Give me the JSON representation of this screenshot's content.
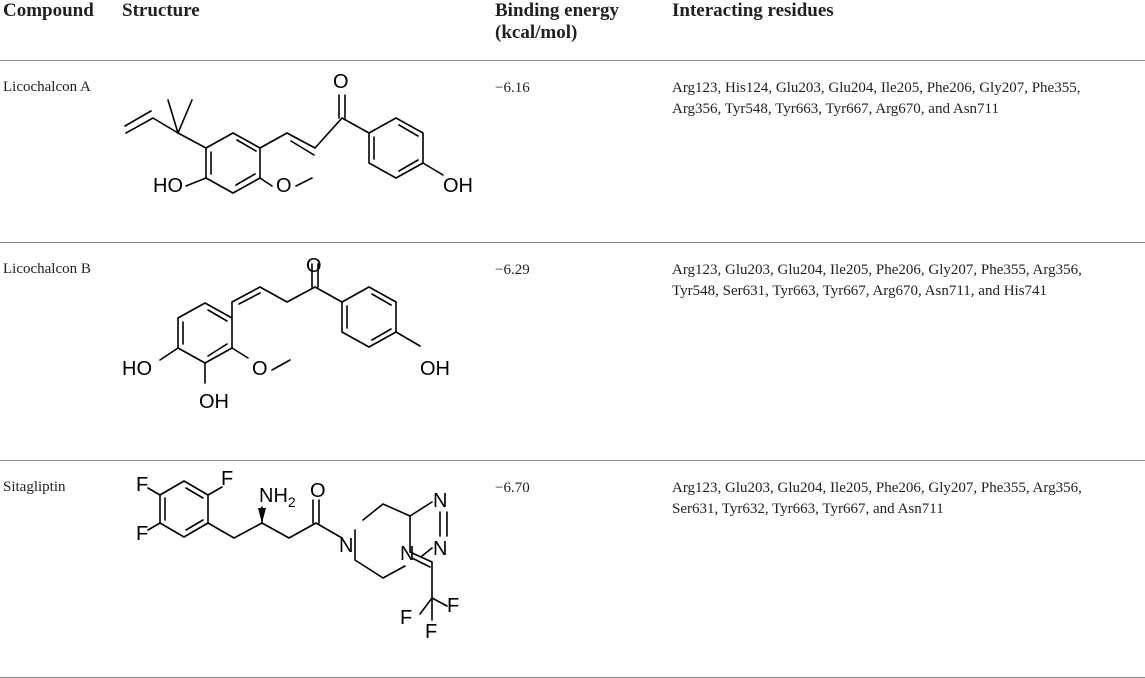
{
  "table": {
    "headers": {
      "compound": "Compound",
      "structure": "Structure",
      "binding_line1": "Binding energy",
      "binding_line2": "(kcal/mol)",
      "residues": "Interacting residues"
    },
    "rows": [
      {
        "compound": "Licochalcon A",
        "binding_energy": "−6.16",
        "residues_line1": "Arg123, His124, Glu203, Glu204, Ile205, Phe206, Gly207, Phe355,",
        "residues_line2": "Arg356, Tyr548, Tyr663, Tyr667, Arg670, and Asn711",
        "structure_labels": {
          "o": "O",
          "ho": "HO",
          "ome": "O",
          "oh": "OH"
        }
      },
      {
        "compound": "Licochalcon B",
        "binding_energy": "−6.29",
        "residues_line1": "Arg123, Glu203, Glu204, Ile205, Phe206, Gly207, Phe355, Arg356,",
        "residues_line2": "Tyr548, Ser631, Tyr663, Tyr667, Arg670, Asn711, and His741",
        "structure_labels": {
          "o": "O",
          "ho": "HO",
          "ome": "O",
          "oh": "OH",
          "oh2": "OH"
        }
      },
      {
        "compound": "Sitagliptin",
        "binding_energy": "−6.70",
        "residues_line1": "Arg123, Glu203, Glu204, Ile205, Phe206, Gly207, Phe355, Arg356,",
        "residues_line2": "Ser631, Tyr632, Tyr663, Tyr667, and Asn711",
        "structure_labels": {
          "f1": "F",
          "f2": "F",
          "f3": "F",
          "nh": "NH",
          "nh_sub": "2",
          "o": "O",
          "n1": "N",
          "n2": "N",
          "n3": "N",
          "n4": "N",
          "cf1": "F",
          "cf2": "F",
          "cf3": "F"
        }
      }
    ]
  }
}
